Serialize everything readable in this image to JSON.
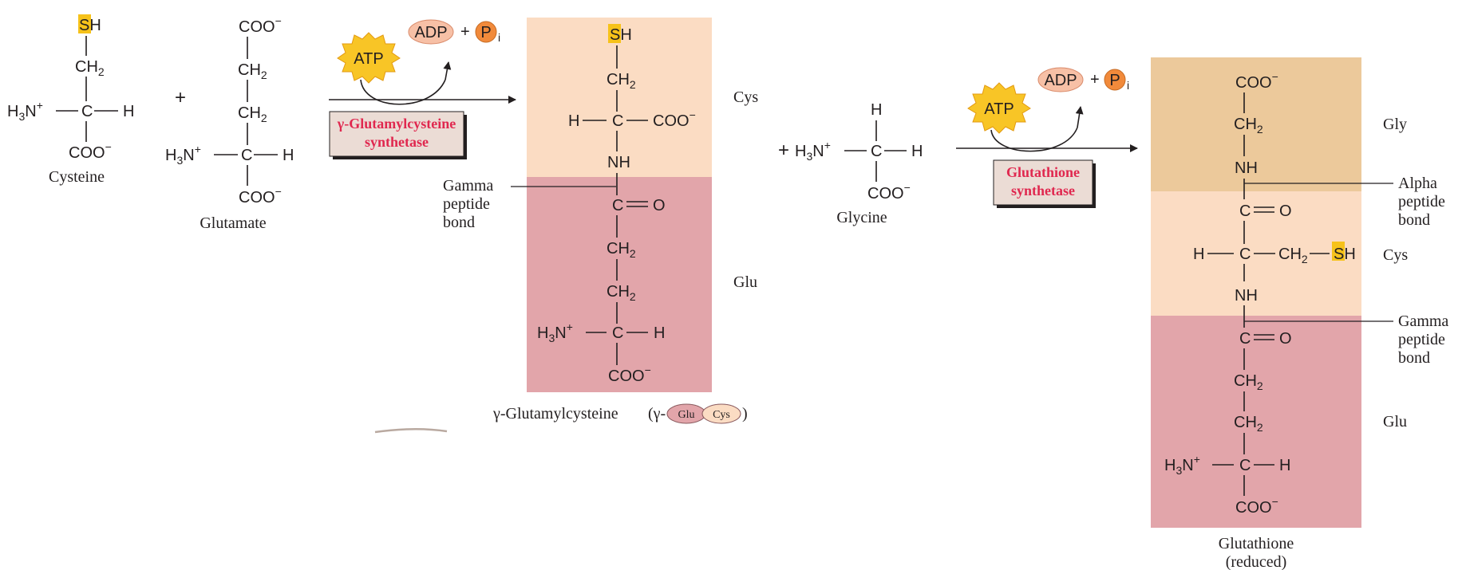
{
  "colors": {
    "cys_region": "#fbdcc3",
    "glu_region": "#e2a5aa",
    "gly_region": "#ecc99b",
    "sulfur_highlight": "#f6c21a",
    "enzyme_text": "#e0284f",
    "enzyme_box": "#ebdcd5",
    "atp_burst": "#f8c526",
    "adp_oval": "#f7c0a6",
    "pi_circle": "#f18a3b"
  },
  "atoms": {
    "s": "S",
    "h": "H",
    "sh_h": "H",
    "ch2": "CH",
    "sub2": "2",
    "c": "C",
    "n": "N",
    "o": "O",
    "nh": "NH",
    "coo": "COO",
    "minus": "−",
    "h3n": "H",
    "sub3": "3",
    "n_plus": "N",
    "plus_charge": "+"
  },
  "reaction": {
    "plus": "+",
    "atp": "ATP",
    "adp": "ADP",
    "pi_p": "P",
    "pi_i": "i",
    "enzyme1_line1": "γ-Glutamylcysteine",
    "enzyme1_line2": "synthetase",
    "enzyme2_line1": "Glutathione",
    "enzyme2_line2": "synthetase"
  },
  "labels": {
    "cysteine": "Cysteine",
    "glutamate": "Glutamate",
    "glycine": "Glycine",
    "gamma_glutamylcysteine": "γ-Glutamylcysteine",
    "gamma_prefix": "(γ-",
    "glu_pill": "Glu",
    "cys_pill": "Cys",
    "close_paren": ")",
    "glutathione": "Glutathione",
    "reduced": "(reduced)",
    "cys": "Cys",
    "glu": "Glu",
    "gly": "Gly",
    "gamma_bond_l1": "Gamma",
    "gamma_bond_l2": "peptide",
    "gamma_bond_l3": "bond",
    "alpha_bond_l1": "Alpha",
    "alpha_bond_l2": "peptide",
    "alpha_bond_l3": "bond"
  }
}
